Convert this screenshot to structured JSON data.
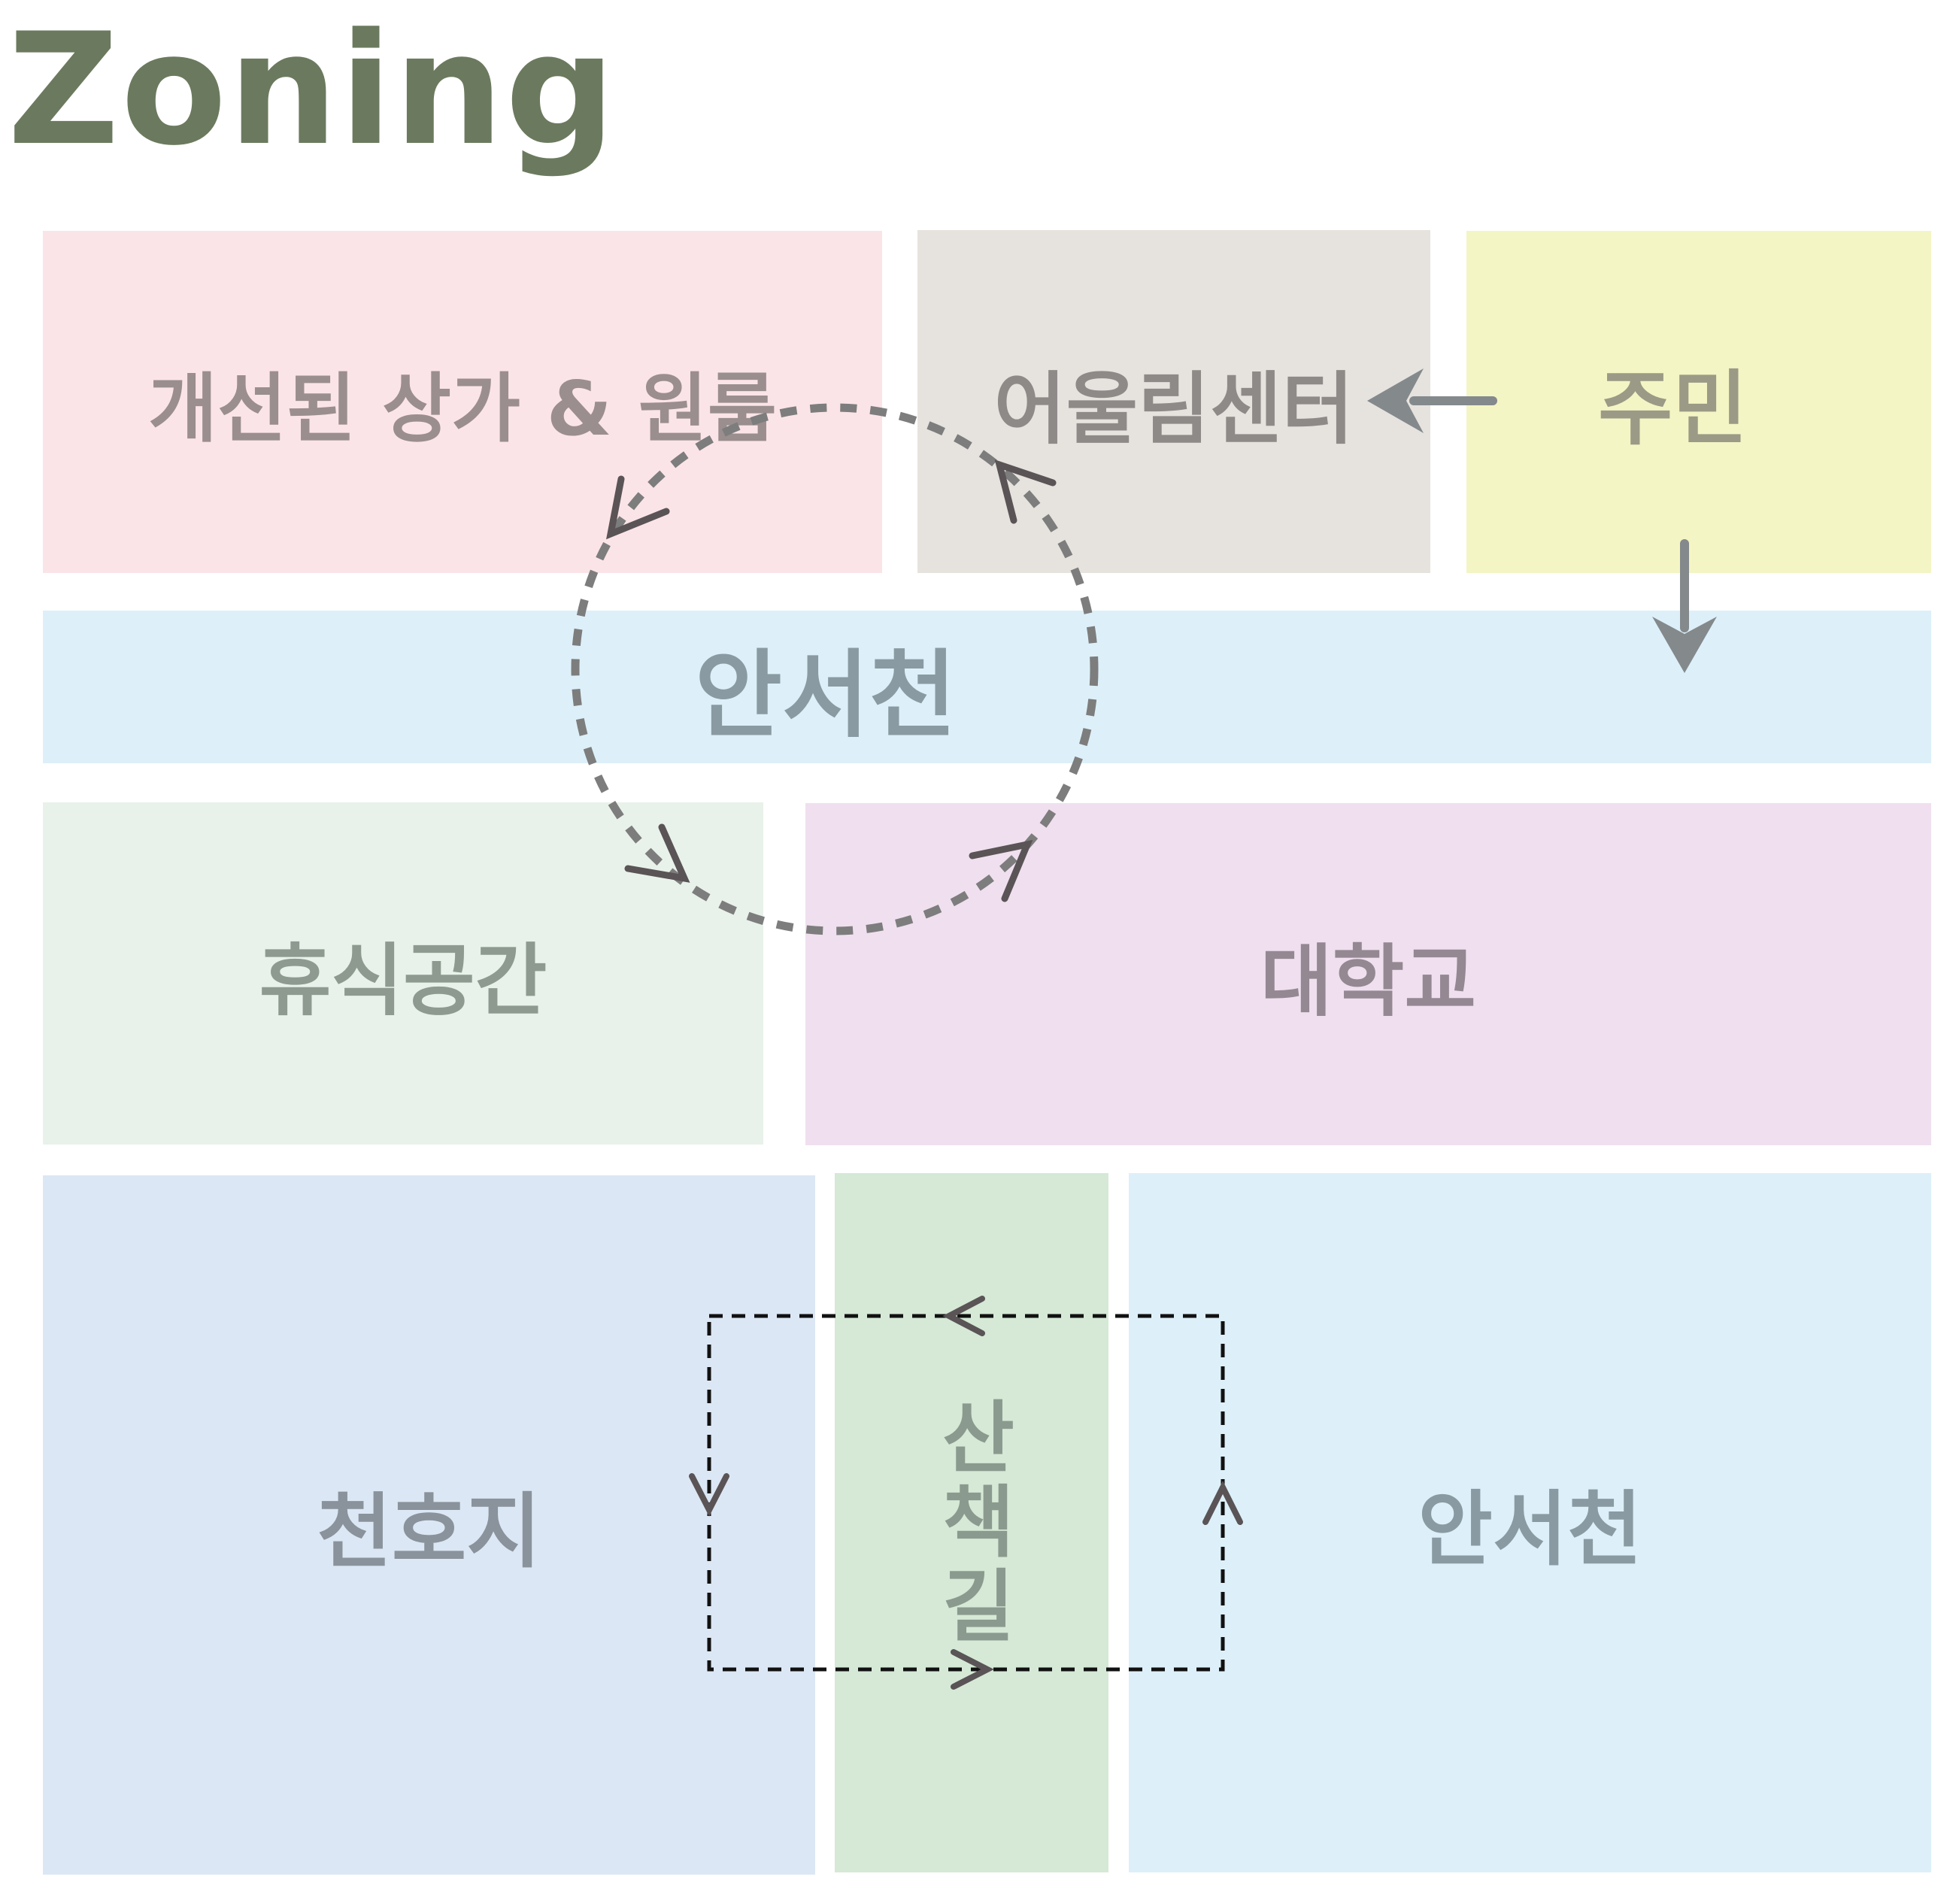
{
  "title": "Zoning",
  "zones": {
    "shops": {
      "label": "개선된 상가 & 원룸",
      "color": "#fbe4e8",
      "text_color": "#9a8e8e"
    },
    "center": {
      "label": "어울림센터",
      "color": "#e6e3df",
      "text_color": "#8e8a88"
    },
    "residents": {
      "label": "주민",
      "color": "#f4f5c4",
      "text_color": "#9a9a86"
    },
    "stream_top": {
      "label": "안서천",
      "color": "#ddf0f9",
      "text_color": "#8a9aa2"
    },
    "rest": {
      "label": "휴식공간",
      "color": "#e8f2ea",
      "text_color": "#8e9a90"
    },
    "university": {
      "label": "대학교",
      "color": "#f0e0ef",
      "text_color": "#948892"
    },
    "lake": {
      "label": "천호지",
      "color": "#dce7f5",
      "text_color": "#8a929c"
    },
    "trail": {
      "label": "산책길",
      "color": "#d5e9d6",
      "text_color": "#8b9a8e"
    },
    "stream_bottom": {
      "label": "안서천",
      "color": "#ddf0f9",
      "text_color": "#8a9aa2"
    }
  },
  "colors": {
    "title": "#6b7a5e",
    "arrow": "#84898c",
    "cycle_dash": "#7d7d7d",
    "arrowhead_dark": "#5a5456",
    "loop_dash": "#111111"
  }
}
